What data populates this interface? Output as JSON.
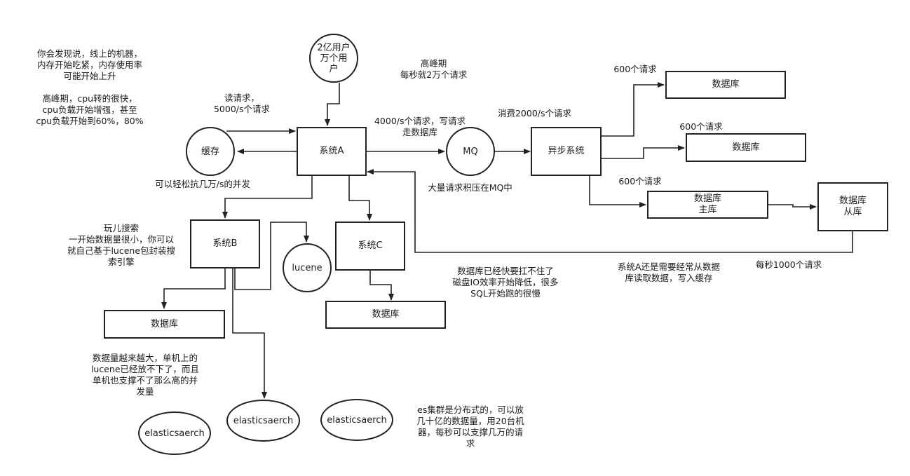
{
  "nodes": {
    "users": "2亿用户\n万个用\n户",
    "cache": "缓存",
    "sys_a": "系统A",
    "mq": "MQ",
    "async": "异步系统",
    "db1": "数据库",
    "db2": "数据库",
    "db_master": "数据库\n主库",
    "db_slave": "数据库\n从库",
    "sys_b": "系统B",
    "lucene": "lucene",
    "sys_c": "系统C",
    "db_b": "数据库",
    "db_c": "数据库",
    "es1": "elasticsaerch",
    "es2": "elasticsaerch",
    "es3": "elasticsaerch"
  },
  "notes": {
    "machine": "你会发现说，线上的机器，\n内存开始吃紧，内存使用率\n可能开始上升\n\n高峰期，cpu转的很快，\ncpu负载开始增强，甚至\ncpu负载开始到60%，80%",
    "read": "读请求，\n5000/s个请求",
    "peak": "高峰期\n每秒就2万个请求",
    "write": "4000/s个请求，写请求\n走数据库",
    "consume": "消费2000/s个请求",
    "req600_1": "600个请求",
    "req600_2": "600个请求",
    "req600_3": "600个请求",
    "cache_cap": "可以轻松抗几万/s的并发",
    "mq_backlog": "大量请求积压在MQ中",
    "search": "玩儿搜索\n一开始数据量很小，你可以\n就自己基于lucene包封装搜\n索引擎",
    "db_slow": "数据库已经快要扛不住了\n磁盘IO效率开始降低，很多\nSQL开始跑的很慢",
    "sys_a_read": "系统A还是需要经常从数据\n库读取数据，写入缓存",
    "per_sec": "每秒1000个请求",
    "lucene_limit": "数据量越来越大，单机上的\nlucene已经放不下了，而且\n单机也支撑不了那么高的并\n发量",
    "es_cluster": "es集群是分布式的，可以放\n几十亿的数据量，用20台机\n器，每秒可以支撑几万的请\n求"
  }
}
